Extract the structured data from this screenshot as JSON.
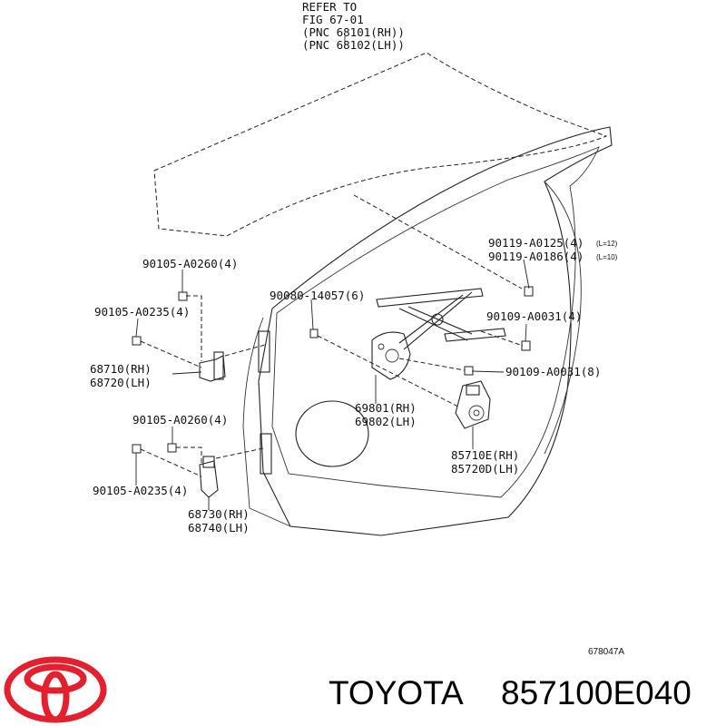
{
  "refer_note": {
    "line1": "REFER TO",
    "line2": "FIG 67-01",
    "line3": "(PNC 68101(RH))",
    "line4": "(PNC 68102(LH))"
  },
  "callouts": {
    "bolt_top_right_1": "90119-A0125(4)",
    "bolt_top_right_1_len": "(L=12)",
    "bolt_top_right_2": "90119-A0186(4)",
    "bolt_top_right_2_len": "(L=10)",
    "bolt_upper_hinge_top": "90105-A0260(4)",
    "bolt_center": "90080-14057(6)",
    "bolt_upper_hinge_side": "90105-A0235(4)",
    "bolt_right_mid": "90109-A0031(4)",
    "upper_hinge_rh": "68710(RH)",
    "upper_hinge_lh": "68720(LH)",
    "bolt_right_lower": "90109-A0031(8)",
    "regulator_rh": "69801(RH)",
    "regulator_lh": "69802(LH)",
    "bolt_lower_hinge_top": "90105-A0260(4)",
    "motor_rh": "85710E(RH)",
    "motor_lh": "85720D(LH)",
    "bolt_lower_hinge_side": "90105-A0235(4)",
    "lower_hinge_rh": "68730(RH)",
    "lower_hinge_lh": "68740(LH)"
  },
  "figure_code": "678047A",
  "brand": {
    "name": "TOYOTA",
    "part_number": "857100E040",
    "logo_color": "#e4202e"
  }
}
